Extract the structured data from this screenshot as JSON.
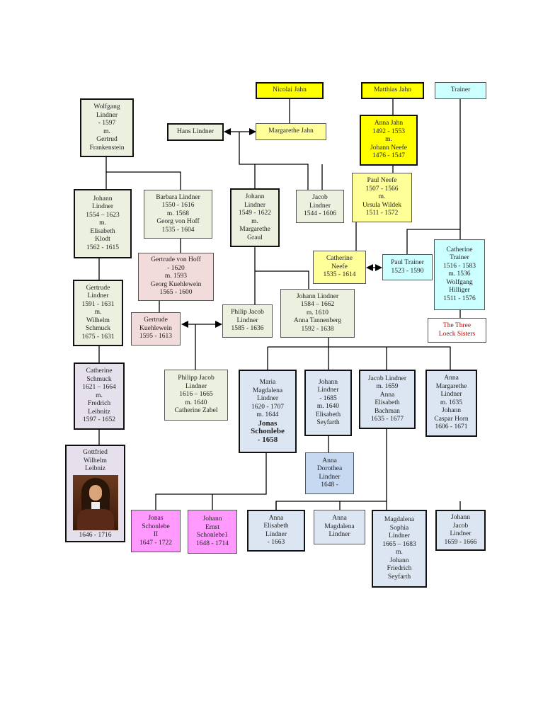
{
  "boxes": {
    "nicolai": "Nicolai Jahn",
    "matthias": "Matthias Jahn",
    "trainer": "Trainer",
    "wolfgang": "Wolfgang\nLindner\n- 1597\nm.\nGertrud\nFrankenstein",
    "hans": "Hans Lindner",
    "margarethe_jahn": "Margarethe Jahn",
    "anna_jahn": "Anna Jahn\n1492 - 1553\nm.\nJohann Neefe\n1476 - 1547",
    "paul_neefe": "Paul Neefe\n1507 - 1566\nm.\nUrsula Wildek\n1511 - 1572",
    "johann1554": "Johann\nLindner\n1554 – 1623\nm.\nElisabeth\nKlodt\n1562 - 1615",
    "barbara": "Barbara Lindner\n1550 - 1616\nm. 1568\nGeorg von Hoff\n1535 - 1604",
    "johann1549": "Johann\nLindner\n1549 - 1622\nm.\nMargarethe\nGraul",
    "jacob1544": "Jacob\nLindner\n1544 - 1606",
    "catherine_trainer": "Catherine\nTrainer\n1516 - 1583\nm. 1536\nWolfgang\nHilliger\n1511 - 1576",
    "gertrude_hoff": "Gertrude von Hoff\n- 1620\nm. 1593\nGeorg Kuehlewein\n1565 - 1600",
    "catherine_neefe": "Catherine\nNeefe\n1535 - 1614",
    "paul_trainer": "Paul Trainer\n1523 - 1590",
    "gertrude_lindner": "Gertrude\nLindner\n1591 - 1631\nm.\nWilhelm\nSchmuck\n1675 - 1631",
    "johann1584": "Johann Lindner\n1584 – 1662\nm. 1610\nAnna Tannenberg\n1592 - 1638",
    "loeck": "The Three\nLoeck Sisters",
    "gertrude_kuehlewein": "Gertrude\nKuehlewein\n1595 - 1613",
    "philip_jacob": "Philip Jacob\nLindner\n1585 - 1636",
    "catherine_schmuck": "Catherine\nSchmuck\n1621 – 1664\nm.\nFredrich\nLeibnitz\n1597 - 1652",
    "philipp_jacob1616": "Philipp Jacob\nLindner\n1616 – 1665\nm. 1640\nCatherine Zabel",
    "maria_magdalena": "Maria\nMagdalena\nLindner\n1620 - 1707\nm. 1644",
    "maria_magdalena_bold": "Jonas\nSchonlebe\n- 1658",
    "johann1685": "Johann\nLindner\n- 1685\nm. 1640\nElisabeth\nSeyfarth",
    "jacob1659": "Jacob Lindner\nm. 1659\nAnna\nElisabeth\nBachman\n1635 - 1677",
    "anna_margarethe": "Anna\nMargarethe\nLindner\nm. 1635\nJohann\nCaspar Horn\n1606 - 1671",
    "gottfried": "Gottfried\nWilhelm\nLeibniz",
    "gottfried_dates": "1646 - 1716",
    "anna_dorothea": "Anna\nDorothea\nLindner\n1648 -",
    "jonas2": "Jonas\nSchonlebe\nII\n1647 - 1722",
    "johann_ernst": "Johann\nErnst\nSchonlebe1\n1648 - 1714",
    "anna_elisabeth": "Anna\nElisabeth\nLindner\n- 1663",
    "anna_magdalena": "Anna\nMagdalena\nLindner",
    "magdalena_sophia": "Magdalena\nSophia\nLindner\n1665 – 1683\nm.\nJohann\nFriedrich\nSeyfarth",
    "johann_jacob": "Johann\nJacob\nLindner\n1659 - 1666"
  },
  "colors": {
    "green": "#ebf1de",
    "light_yellow": "#ffff99",
    "yellow": "#ffff00",
    "cyan": "#ccffff",
    "pink": "#f2dcdb",
    "lavender": "#e6e0ec",
    "blue": "#dce6f2",
    "magenta": "#ff99ff",
    "loeck_text": "#c00000"
  }
}
